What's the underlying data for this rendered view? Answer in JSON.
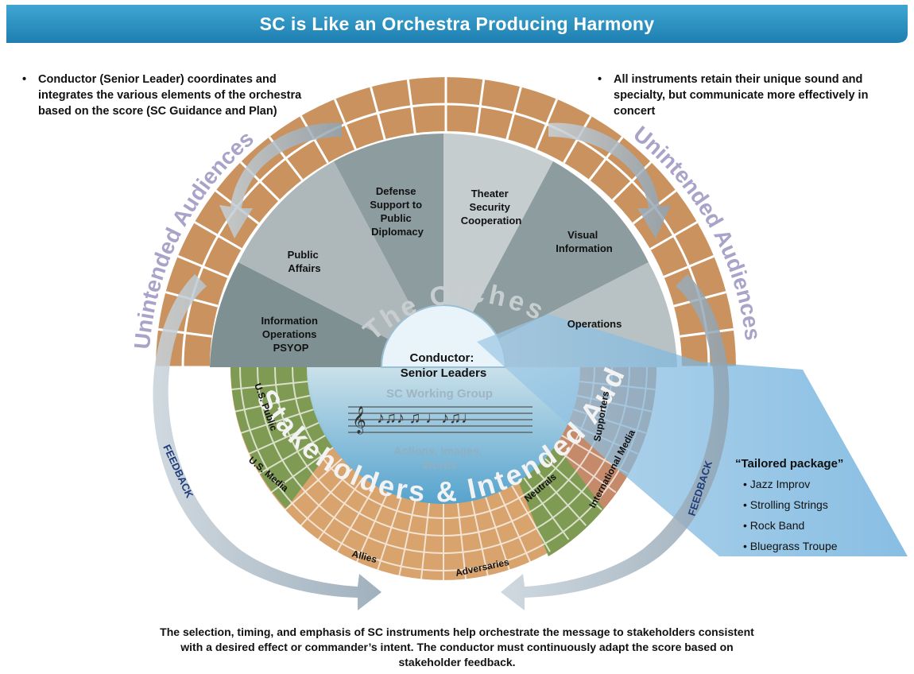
{
  "header": {
    "title": "SC is Like an Orchestra Producing Harmony"
  },
  "bullets": {
    "left": {
      "text": "Conductor (Senior Leader) coordinates and integrates the various elements of the orchestra based on the score (SC Guidance and Plan)"
    },
    "right": {
      "text": "All instruments retain their unique sound and specialty, but communicate more effectively in concert"
    }
  },
  "diagram": {
    "arc_left": "Unintended Audiences",
    "arc_right": "Unintended Audiences",
    "orchestra_title": "The Orchestra",
    "sections": {
      "defense_support": [
        "Defense",
        "Support to",
        "Public",
        "Diplomacy"
      ],
      "theater_security": [
        "Theater",
        "Security",
        "Cooperation"
      ],
      "public_affairs": [
        "Public",
        "Affairs"
      ],
      "visual_information": [
        "Visual",
        "Information"
      ],
      "information_operations": [
        "Information",
        "Operations",
        "PSYOP"
      ],
      "operations": "Operations"
    },
    "conductor": [
      "Conductor:",
      "Senior Leaders"
    ],
    "working_group": "SC Working Group",
    "actions": [
      "Actions, Images,",
      "Words"
    ],
    "stakeholders_arc": "Stakeholders & Intended Audiences",
    "audiences": {
      "us_public": "U.S. Public",
      "us_media": "U.S. Media",
      "allies": "Allies",
      "adversaries": "Adversaries",
      "neutrals": "Neutrals",
      "international_media": "International Media",
      "supporters": "Supporters"
    },
    "feedback_left": "FEEDBACK",
    "feedback_right": "FEEDBACK",
    "tailored": {
      "title": "“Tailored package”",
      "items": [
        "Jazz Improv",
        "Strolling Strings",
        "Rock Band",
        "Bluegrass Troupe"
      ]
    }
  },
  "footer": {
    "lines": [
      "The selection, timing, and emphasis of SC instruments help orchestrate the message to stakeholders consistent",
      "with a desired effect or commander’s intent.  The conductor must continuously adapt the score based on",
      "stakeholder feedback."
    ]
  }
}
